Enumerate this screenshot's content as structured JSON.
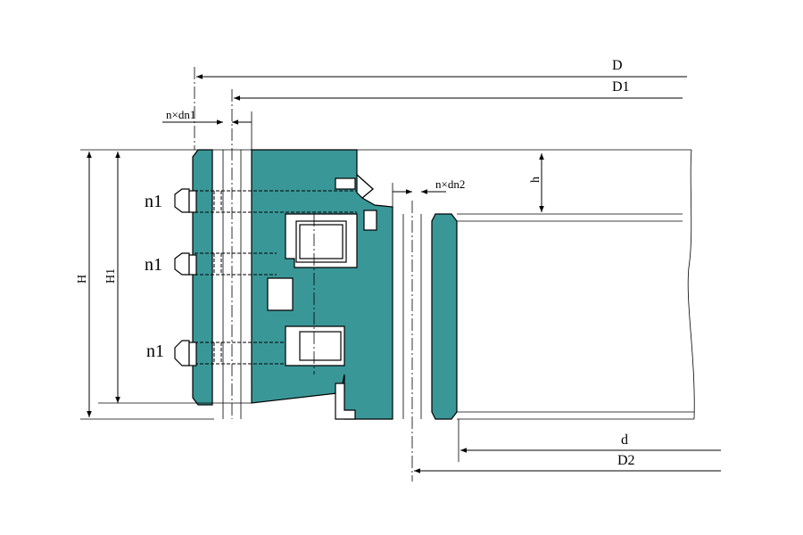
{
  "colors": {
    "ring_fill": "#3a9798",
    "line": "#000000",
    "background": "#ffffff"
  },
  "labels": {
    "D": "D",
    "D1": "D1",
    "d": "d",
    "D2": "D2",
    "H": "H",
    "H1": "H1",
    "h": "h",
    "n_dn1": "n×dn1",
    "n_dn2": "n×dn2",
    "n1_top": "n1",
    "n1_mid": "n1",
    "n1_bot": "n1"
  }
}
